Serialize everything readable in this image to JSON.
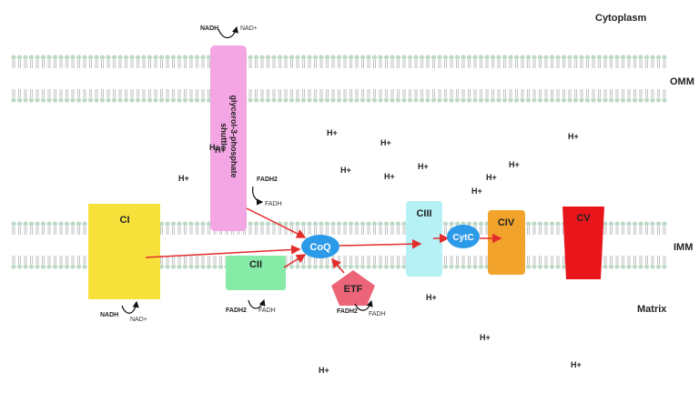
{
  "regions": {
    "cytoplasm": "Cytoplasm",
    "omm": "OMM",
    "imm": "IMM",
    "matrix": "Matrix"
  },
  "complexes": {
    "ci": "CI",
    "cii": "CII",
    "ciii": "CIII",
    "civ": "CIV",
    "cv": "CV",
    "coq": "CoQ",
    "cytc": "CytC",
    "etf": "ETF",
    "shuttle_line1": "glycerol-3-phosphate",
    "shuttle_line2": "shuttle"
  },
  "cofactors": {
    "nadh": "NADH",
    "nad_plus": "NAD+",
    "fadh2": "FADH2",
    "fadh": "FADH"
  },
  "protons": {
    "label": "H+",
    "count": 16
  },
  "colors": {
    "ci": "#f7e23c",
    "cii": "#86eba7",
    "ciii": "#b5f1f5",
    "civ": "#f1a32c",
    "cv": "#e8151b",
    "coq": "#2b9ae8",
    "cytc": "#2b9ae8",
    "etf": "#eb6478",
    "shuttle": "#f3a6e3",
    "arrow": "#e32c2c",
    "lipid_head": "#bfd9c7"
  }
}
